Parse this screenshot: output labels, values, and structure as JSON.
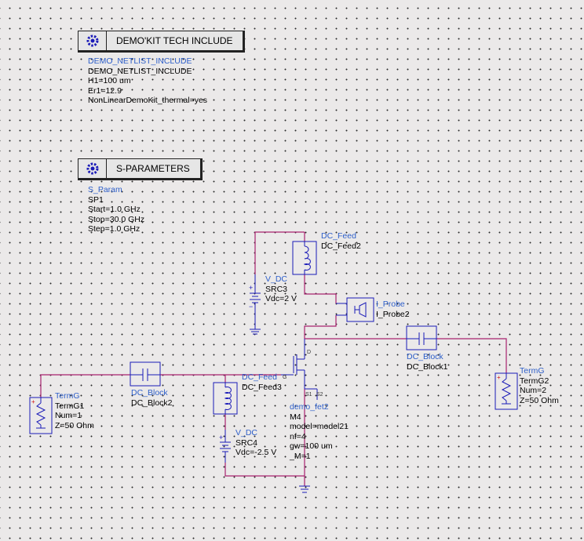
{
  "tech_include": {
    "title": "DEMO'KIT TECH INCLUDE",
    "name": "DEMO_NETLIST_INCLUDE",
    "params": [
      "DEMO_NETLIST_INCLUDE",
      "H1=100 um",
      "Er1=12.9",
      "NonLinearDemoKit_thermal=yes"
    ]
  },
  "sparam": {
    "title": "S-PARAMETERS",
    "name": "S_Param",
    "params": [
      "SP1",
      "Start=1.0 GHz",
      "Stop=30.0 GHz",
      "Step=1.0 GHz"
    ]
  },
  "components": {
    "dcfeed2": {
      "type": "DC_Feed",
      "lines": [
        "DC_Feed2"
      ]
    },
    "vdc3": {
      "type": "V_DC",
      "lines": [
        "SRC3",
        "Vdc=2 V"
      ]
    },
    "iprobe": {
      "type": "I_Probe",
      "lines": [
        "I_Probe2"
      ]
    },
    "dcblock1": {
      "type": "DC_Block",
      "lines": [
        "DC_Block1"
      ]
    },
    "dcblock2": {
      "type": "DC_Block",
      "lines": [
        "DC_Block2"
      ]
    },
    "dcfeed3": {
      "type": "DC_Feed",
      "lines": [
        "DC_Feed3"
      ]
    },
    "vdc4": {
      "type": "V_DC",
      "lines": [
        "SRC4",
        "Vdc=-2.5 V"
      ]
    },
    "fet": {
      "type": "demo_fet2",
      "lines": [
        "M4",
        "model=model21",
        "nf=4",
        "gw=100 um",
        "_M=1"
      ]
    },
    "term1": {
      "type": "TermG",
      "lines": [
        "TermG1",
        "Num=1",
        "Z=50 Ohm"
      ]
    },
    "term2": {
      "type": "TermG",
      "lines": [
        "TermG2",
        "Num=2",
        "Z=50 Ohm"
      ]
    }
  },
  "pins": {
    "d": "D",
    "g": "G",
    "s1": "S1",
    "s2": "S2"
  },
  "colors": {
    "wire": "#a8226f",
    "symbol": "#1a1ab8",
    "label": "#2d5ec9"
  }
}
